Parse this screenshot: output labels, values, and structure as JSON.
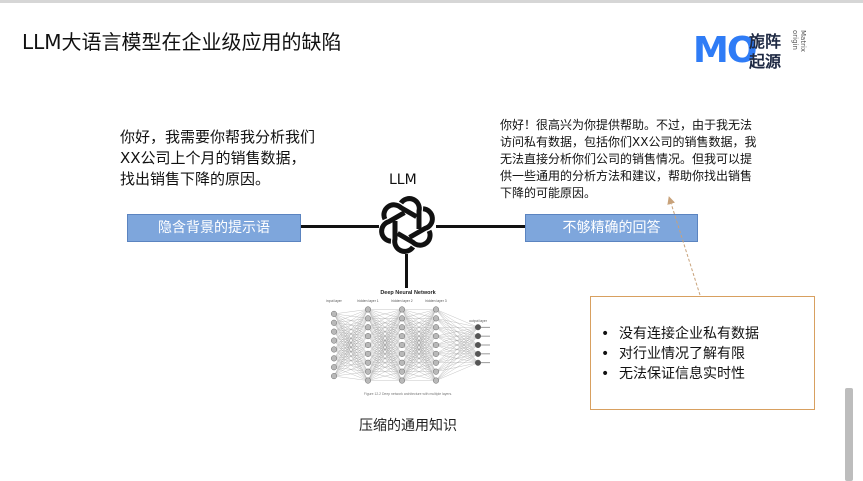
{
  "title": "LLM大语言模型在企业级应用的缺陷",
  "logo": {
    "mark": "MO",
    "brand_cn_line1": "旎阵",
    "brand_cn_line2": "起源",
    "brand_en": "Matrix origin"
  },
  "prompt": {
    "text": "你好，我需要你帮我分析我们XX公司上个月的销售数据，找出销售下降的原因。",
    "box_label": "隐含背景的提示语"
  },
  "llm": {
    "label": "LLM"
  },
  "response": {
    "text": "你好！很高兴为你提供帮助。不过，由于我无法访问私有数据，包括你们XX公司的销售数据，我无法直接分析你们公司的销售情况。但我可以提供一些通用的分析方法和建议，帮助你找出销售下降的可能原因。",
    "box_label": "不够精确的回答"
  },
  "knowledge": {
    "caption": "压缩的通用知识",
    "nn_title": "Deep Neural Network",
    "layer_labels": [
      "input layer",
      "hidden layer 1",
      "hidden layer 2",
      "hidden layer 3",
      "output layer"
    ],
    "figure_caption": "Figure 12.2 Deep network architecture with multiple layers."
  },
  "defects": [
    {
      "bullet": "•",
      "text": "没有连接企业私有数据"
    },
    {
      "bullet": "•",
      "text": "对行业情况了解有限"
    },
    {
      "bullet": "•",
      "text": "无法保证信息实时性"
    }
  ],
  "colors": {
    "box_fill": "#7ea6dc",
    "box_border": "#5b84c0",
    "callout_border": "#d8a060",
    "arrow": "#c8a27a",
    "logo_blue": "#2f7cf6"
  }
}
